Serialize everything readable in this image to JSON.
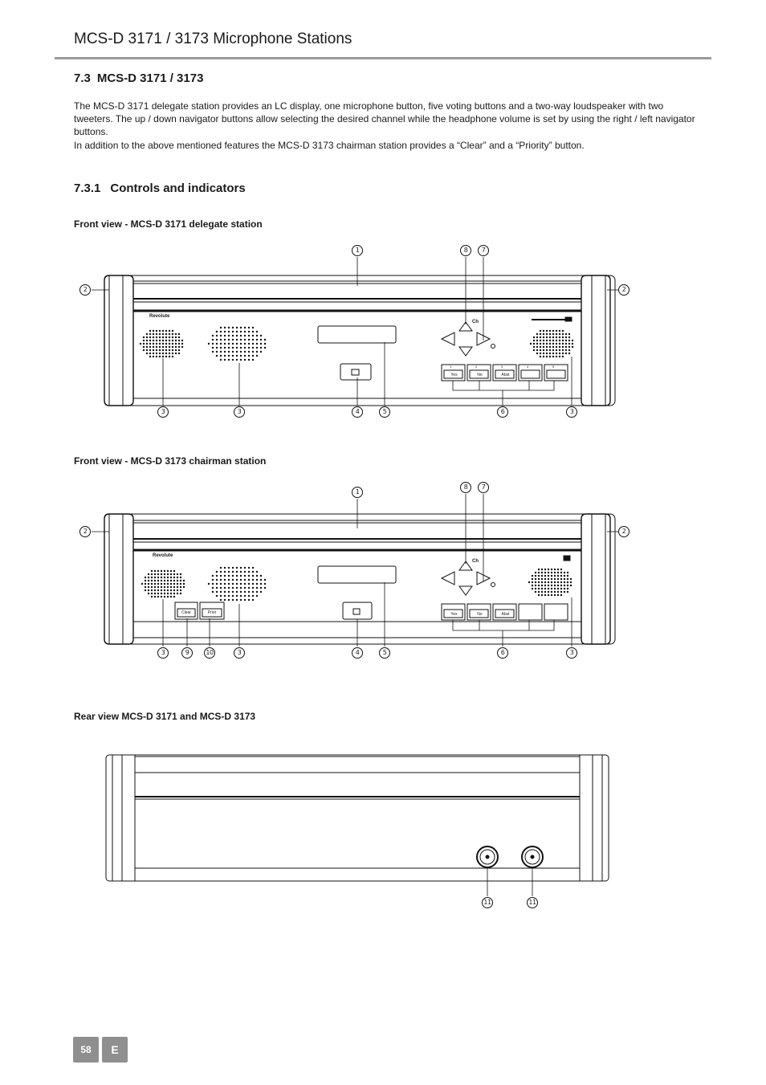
{
  "header": {
    "title": "MCS-D 3171 / 3173 Microphone Stations"
  },
  "section": {
    "number": "7.3",
    "title": "MCS-D 3171 / 3173"
  },
  "intro": {
    "p1": "The MCS-D 3171 delegate station provides an LC display, one microphone button, five voting buttons and a two-way loudspeaker with two tweeters. The up / down navigator buttons allow selecting the desired channel while the headphone volume is set by using the right / left navigator buttons.",
    "p2": "In addition to the above mentioned features the MCS-D 3173 chairman station provides a “Clear” and a “Priority” button."
  },
  "subsection": {
    "number": "7.3.1",
    "title": "Controls and indicators"
  },
  "figures": {
    "delegate": {
      "caption": "Front view - MCS-D 3171 delegate station",
      "brand": "Revolute",
      "ch": "Ch",
      "buttons": [
        "Yes",
        "No",
        "Abst"
      ],
      "button_numbers": [
        "1",
        "2",
        "3",
        "4",
        "5"
      ],
      "callouts": {
        "c1": "1",
        "c2": "2",
        "c3": "3",
        "c4": "4",
        "c5": "5",
        "c6": "6",
        "c7": "7",
        "c8": "8"
      }
    },
    "chairman": {
      "caption": "Front view - MCS-D 3173 chairman station",
      "brand": "Revolute",
      "ch": "Ch",
      "buttons": [
        "Yes",
        "No",
        "Abst"
      ],
      "extra_buttons": [
        "Clear",
        "Prior"
      ],
      "callouts": {
        "c1": "1",
        "c2": "2",
        "c3": "3",
        "c4": "4",
        "c5": "5",
        "c6": "6",
        "c7": "7",
        "c8": "8",
        "c9": "9",
        "c10": "10"
      }
    },
    "rear": {
      "caption": "Rear view MCS-D 3171 and MCS-D 3173",
      "callouts": {
        "c11": "11"
      }
    }
  },
  "footer": {
    "page_number": "58",
    "language": "E"
  }
}
